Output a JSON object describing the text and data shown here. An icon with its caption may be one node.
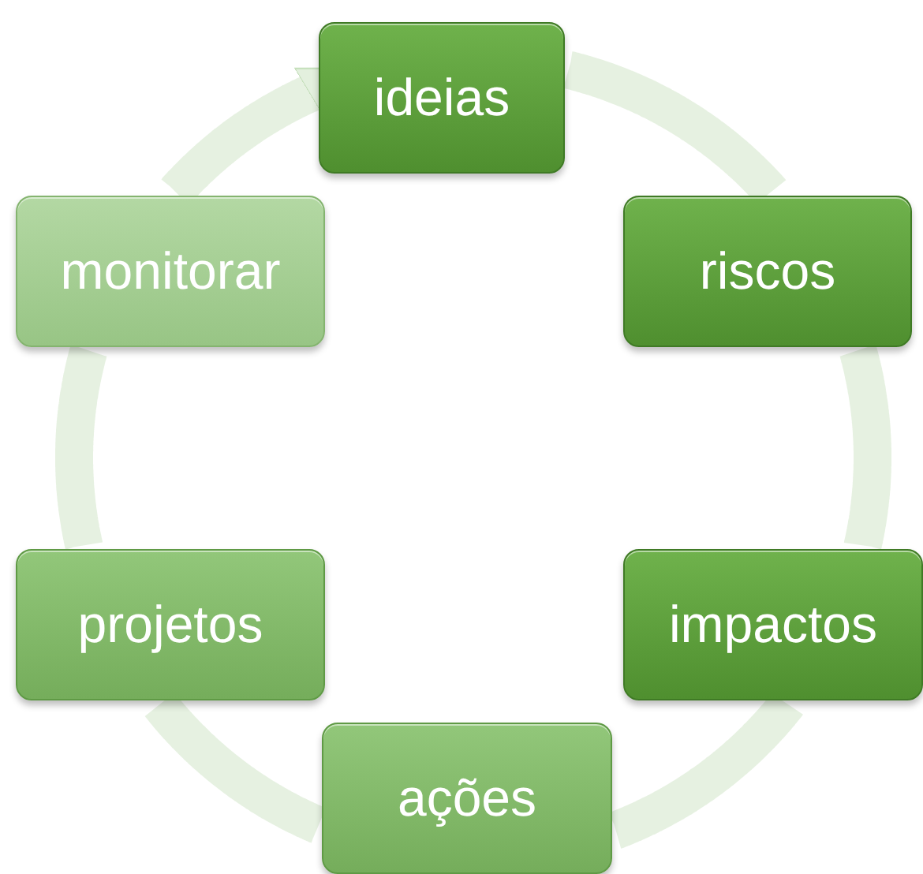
{
  "diagram": {
    "nodes": [
      {
        "text": [
          "ideias"
        ]
      },
      {
        "text": [
          "riscos"
        ]
      },
      {
        "text": [
          "impactos"
        ]
      },
      {
        "text": [
          "ações"
        ]
      },
      {
        "text": [
          "projetos"
        ]
      },
      {
        "text": [
          "monitorar"
        ]
      }
    ],
    "edges": [
      {
        "from": 0,
        "to": 1,
        "arrow": "none"
      },
      {
        "from": 1,
        "to": 2,
        "arrow": "none"
      },
      {
        "from": 2,
        "to": 3,
        "arrow": "none"
      },
      {
        "from": 3,
        "to": 4,
        "arrow": "none"
      },
      {
        "from": 4,
        "to": 5,
        "arrow": "none"
      },
      {
        "from": 5,
        "to": 0,
        "arrow": "to"
      }
    ]
  }
}
